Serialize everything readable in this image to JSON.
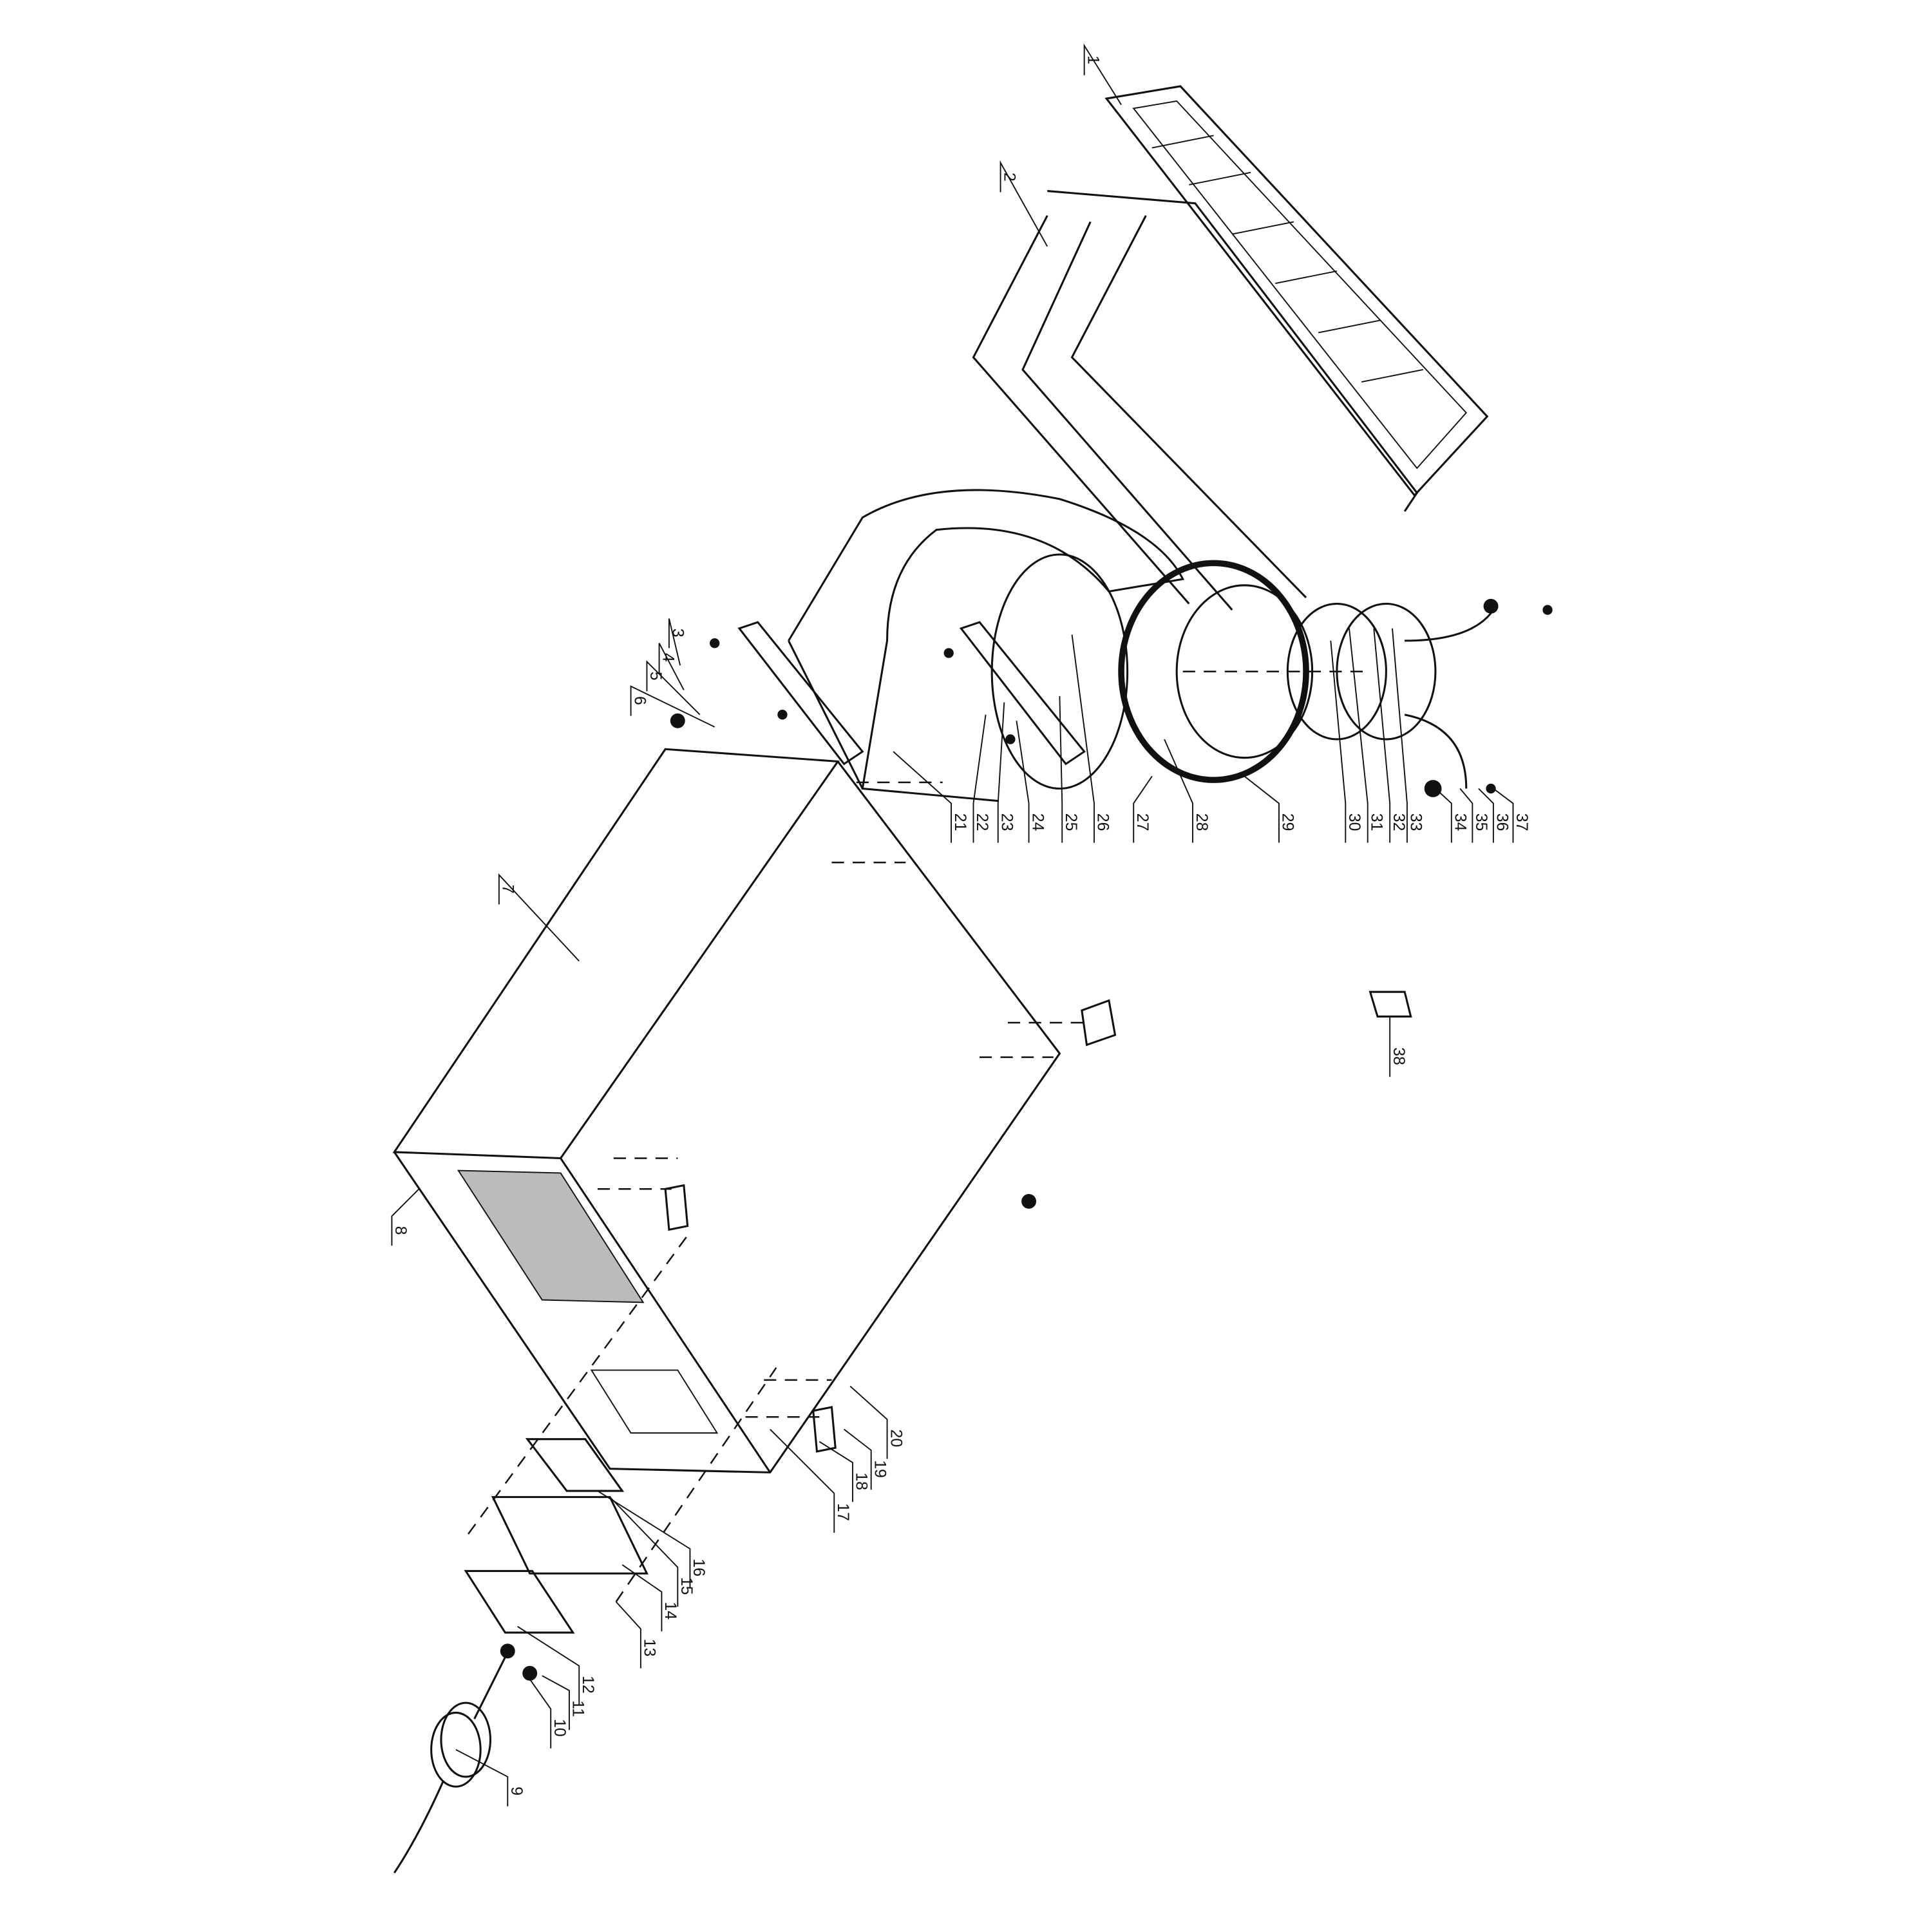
{
  "diagram": {
    "type": "exploded-parts-view",
    "part_labels": [
      "1",
      "2",
      "3",
      "4",
      "5",
      "6",
      "7",
      "8",
      "9",
      "10",
      "11",
      "12",
      "13",
      "14",
      "15",
      "16",
      "17",
      "18",
      "19",
      "20",
      "21",
      "22",
      "23",
      "24",
      "25",
      "26",
      "27",
      "28",
      "29",
      "30",
      "31",
      "32",
      "33",
      "34",
      "35",
      "36",
      "37",
      "38"
    ]
  }
}
